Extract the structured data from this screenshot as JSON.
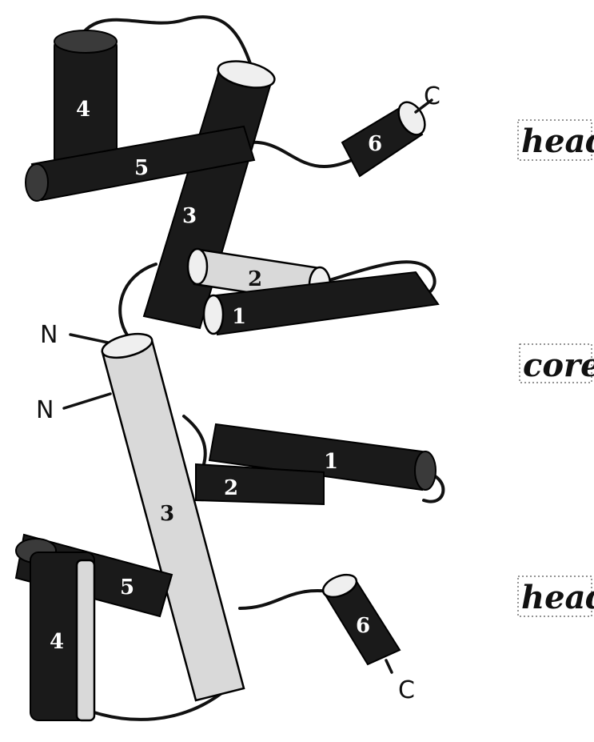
{
  "figure": {
    "helix_labels": {
      "top_4": "4",
      "top_5": "5",
      "top_3": "3",
      "top_6": "6",
      "top_2": "2",
      "top_1": "1",
      "bottom_1": "1",
      "bottom_2": "2",
      "bottom_3": "3",
      "bottom_5": "5",
      "bottom_4": "4",
      "bottom_6": "6"
    },
    "termini": {
      "c_top": "C",
      "n_upper": "N",
      "n_lower": "N",
      "c_bottom": "C"
    },
    "regions": {
      "top": "head",
      "middle": "core",
      "bottom": "head"
    }
  }
}
